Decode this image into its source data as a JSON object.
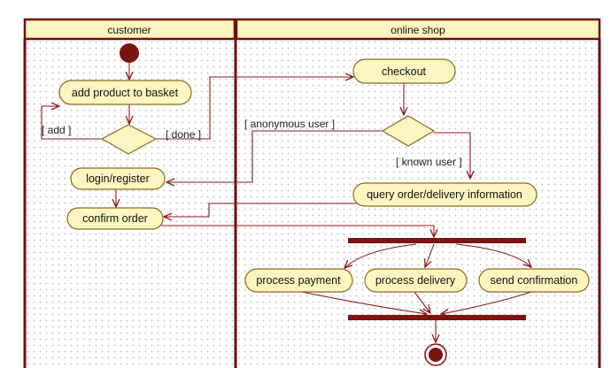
{
  "swimlanes": [
    {
      "title": "customer"
    },
    {
      "title": "online shop"
    }
  ],
  "actions": {
    "add_product": "add product to basket",
    "login": "login/register",
    "confirm": "confirm order",
    "checkout": "checkout",
    "query": "query order/delivery information",
    "payment": "process payment",
    "delivery": "process delivery",
    "confirmation": "send confirmation"
  },
  "guards": {
    "add": "[ add ]",
    "done": "[ done ]",
    "anonymous": "[ anonymous user ]",
    "known": "[ known user ]"
  },
  "colors": {
    "lane_header": "#fcf5c0",
    "lane_border": "#6e0f0f",
    "action_fill": "#fcf5c0",
    "flow_line": "#8b1a1a",
    "node_fill": "#7d1212"
  }
}
